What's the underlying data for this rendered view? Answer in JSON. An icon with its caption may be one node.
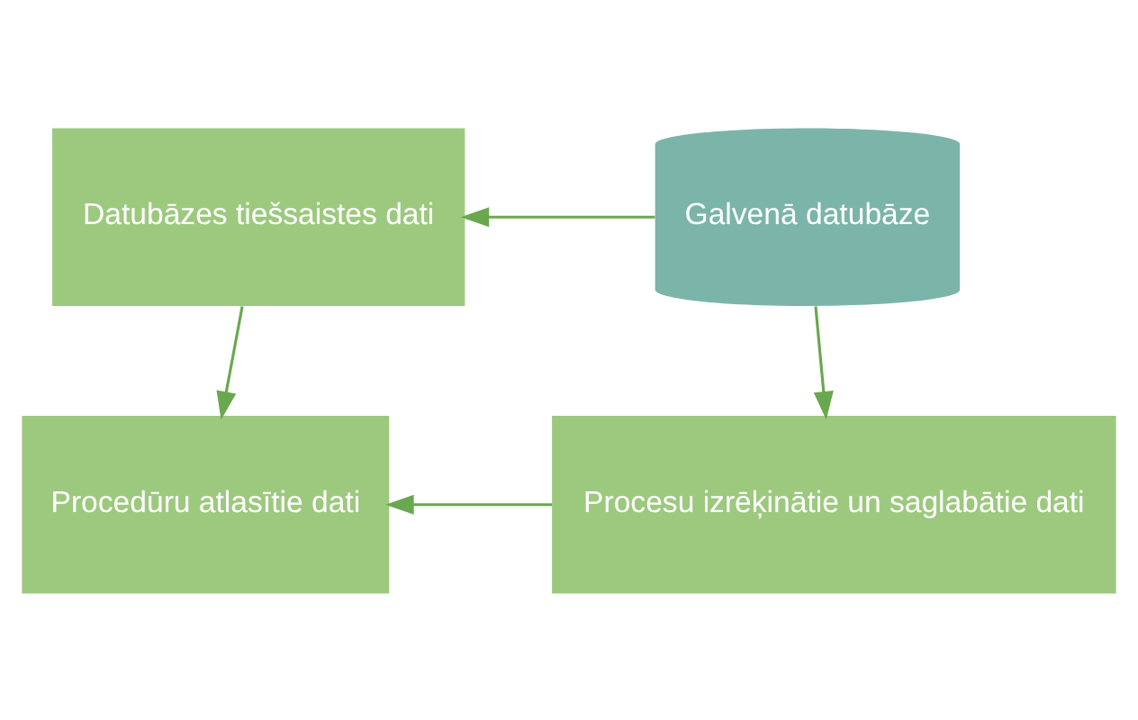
{
  "diagram": {
    "nodes": [
      {
        "text": [
          "Datubāzes tiešsaistes dati"
        ]
      },
      {
        "text": [
          "Galvenā datubāze"
        ]
      },
      {
        "text": [
          "Procedūru atlasītie dati"
        ]
      },
      {
        "text": [
          "Procesu izrēķinātie un saglabātie dati"
        ]
      }
    ],
    "edges": [
      {
        "from": 1,
        "to": 0,
        "arrow": "to"
      },
      {
        "from": 0,
        "to": 2,
        "arrow": "to"
      },
      {
        "from": 1,
        "to": 3,
        "arrow": "to"
      },
      {
        "from": 3,
        "to": 2,
        "arrow": "to"
      }
    ]
  }
}
